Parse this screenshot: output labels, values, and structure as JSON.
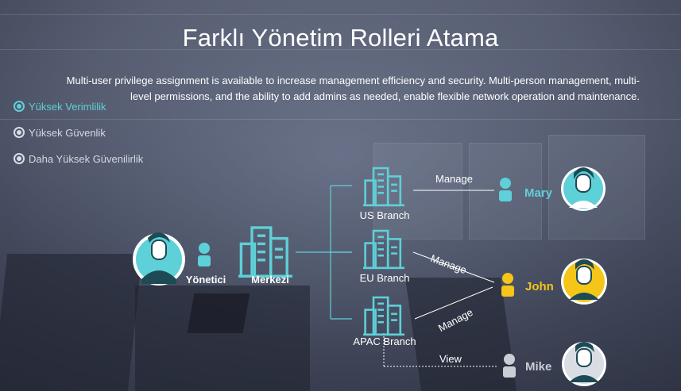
{
  "header": {
    "title": "Farklı Yönetim Rolleri Atama",
    "description": "Multi-user privilege assignment is available to increase management efficiency and security. Multi-person management, multi-level permissions, and the ability to add admins as needed, enable flexible network operation and maintenance."
  },
  "tabs": [
    {
      "label": "Yüksek Verimlilik",
      "active": true
    },
    {
      "label": "Yüksek Güvenlik",
      "active": false
    },
    {
      "label": "Daha Yüksek Güvenilirlik",
      "active": false
    }
  ],
  "diagram": {
    "admin_label": "Yönetici",
    "hq_label": "Merkezi",
    "branches": [
      "US Branch",
      "EU Branch",
      "APAC Branch"
    ],
    "relations": [
      "Manage",
      "Manage",
      "Manage",
      "View"
    ],
    "users": [
      {
        "name": "Mary",
        "color": "#5ed0d8"
      },
      {
        "name": "John",
        "color": "#f5c518"
      },
      {
        "name": "Mike",
        "color": "#c9cdd6"
      }
    ]
  },
  "colors": {
    "accent": "#5ed0d8",
    "highlight": "#f5c518",
    "muted": "#c9cdd6"
  }
}
